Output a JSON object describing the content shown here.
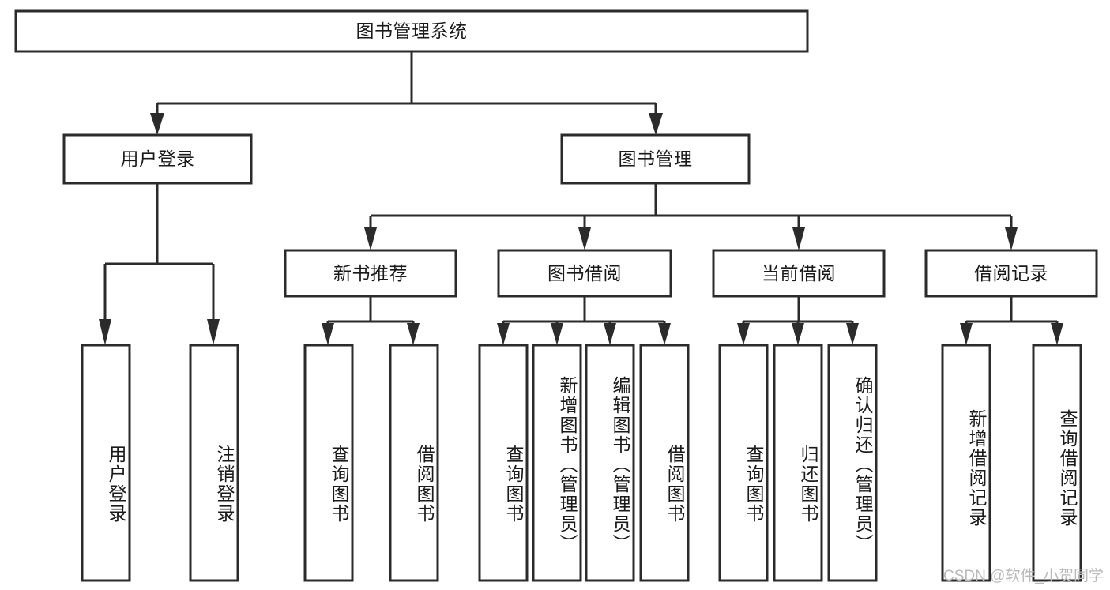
{
  "diagram": {
    "type": "tree-hierarchy",
    "title": "图书管理系统",
    "background_color": "#ffffff",
    "line_color": "#2b2b2b",
    "text_color": "#1a1a1a",
    "root": {
      "label": "图书管理系统",
      "orientation": "horizontal"
    },
    "level2": [
      {
        "label": "用户登录",
        "orientation": "horizontal"
      },
      {
        "label": "图书管理",
        "orientation": "horizontal"
      }
    ],
    "level3": [
      {
        "label": "新书推荐",
        "orientation": "horizontal"
      },
      {
        "label": "图书借阅",
        "orientation": "horizontal"
      },
      {
        "label": "当前借阅",
        "orientation": "horizontal"
      },
      {
        "label": "借阅记录",
        "orientation": "horizontal"
      }
    ],
    "leaves": {
      "user_login": [
        {
          "label": "用户登录",
          "orientation": "vertical"
        },
        {
          "label": "注销登录",
          "orientation": "vertical"
        }
      ],
      "new_book_recommend": [
        {
          "label": "查询图书",
          "orientation": "vertical"
        },
        {
          "label": "借阅图书",
          "orientation": "vertical"
        }
      ],
      "book_borrow": [
        {
          "label": "查询图书",
          "orientation": "vertical"
        },
        {
          "label": "新增图书（管理员）",
          "orientation": "vertical"
        },
        {
          "label": "编辑图书（管理员）",
          "orientation": "vertical"
        },
        {
          "label": "借阅图书",
          "orientation": "vertical"
        }
      ],
      "current_borrow": [
        {
          "label": "查询图书",
          "orientation": "vertical"
        },
        {
          "label": "归还图书",
          "orientation": "vertical"
        },
        {
          "label": "确认归还（管理员）",
          "orientation": "vertical"
        }
      ],
      "borrow_records": [
        {
          "label": "新增借阅记录",
          "orientation": "vertical"
        },
        {
          "label": "查询借阅记录",
          "orientation": "vertical"
        }
      ]
    }
  },
  "watermark": {
    "text": "CSDN @软件_小贺同学"
  }
}
